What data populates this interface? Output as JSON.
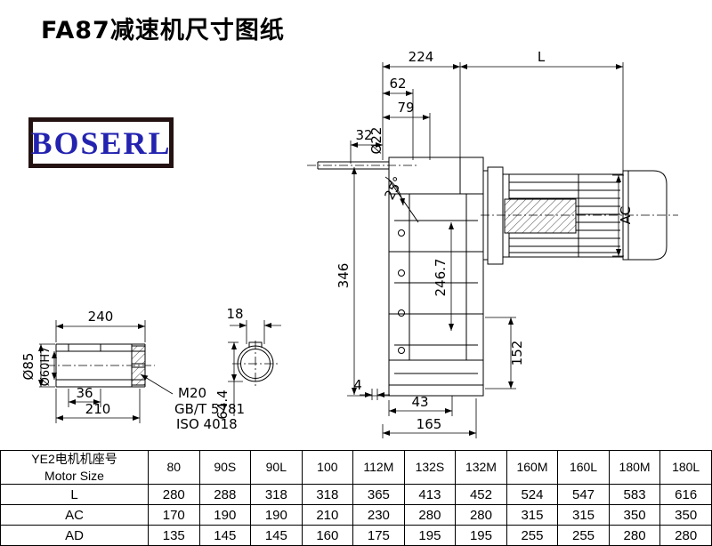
{
  "header": {
    "title": "FA87减速机尺寸图纸",
    "logo": "BOSERL"
  },
  "dims": {
    "d224": "224",
    "dL": "L",
    "d62": "62",
    "d79": "79",
    "d32": "32",
    "d22": "Ø22",
    "a25": "25°",
    "d346": "346",
    "d246": "246.7",
    "dAC": "AC",
    "d152": "152",
    "d4": "4",
    "d43": "43",
    "d165": "165",
    "d240": "240",
    "d85": "Ø85",
    "d60": "Ø60H7",
    "d36": "36",
    "d210": "210",
    "m20": "M20",
    "gbt": "GB/T 5781",
    "iso": "ISO 4018",
    "d18": "18",
    "d644": "64.4"
  },
  "table": {
    "header_cn": "YE2电机机座号",
    "header_en": "Motor Size",
    "columns": [
      "80",
      "90S",
      "90L",
      "100",
      "112M",
      "132S",
      "132M",
      "160M",
      "160L",
      "180M",
      "180L"
    ],
    "rows": [
      {
        "label": "L",
        "values": [
          "280",
          "288",
          "318",
          "318",
          "365",
          "413",
          "452",
          "524",
          "547",
          "583",
          "616"
        ]
      },
      {
        "label": "AC",
        "values": [
          "170",
          "190",
          "190",
          "210",
          "230",
          "280",
          "280",
          "315",
          "315",
          "350",
          "350"
        ]
      },
      {
        "label": "AD",
        "values": [
          "135",
          "145",
          "145",
          "160",
          "175",
          "195",
          "195",
          "255",
          "255",
          "280",
          "280"
        ]
      }
    ]
  }
}
